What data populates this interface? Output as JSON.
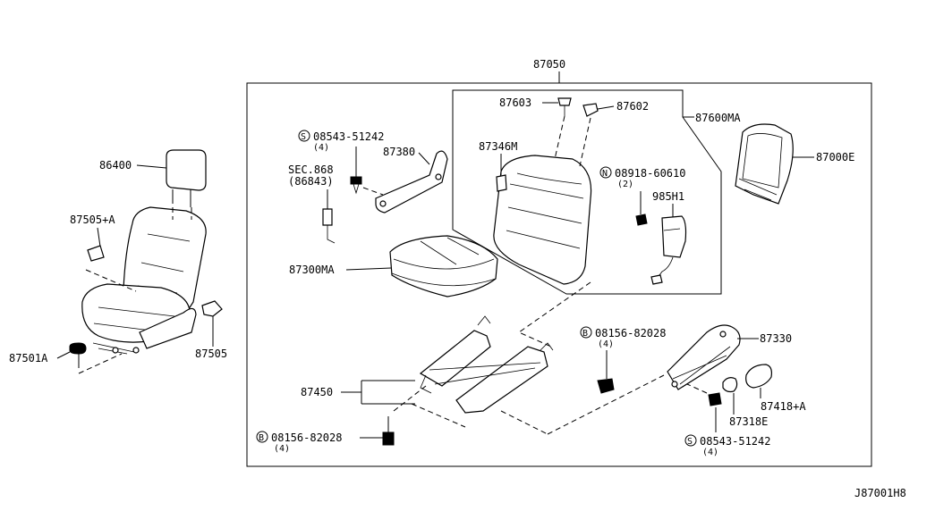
{
  "labels": {
    "assembly": "87050",
    "seat_cushion_cover": "87300MA",
    "headrest": "86400",
    "bracket_left": "87505+A",
    "bracket_right": "87505",
    "bolt_left": "87501A",
    "sec_ref": "SEC.868",
    "sec_ref_part": "(86843)",
    "screw_top": "08543-51242",
    "screw_top_qty": "(4)",
    "finisher": "87380",
    "grommet": "87603",
    "grommet2": "87602",
    "back_frame": "87600MA",
    "wire": "87346M",
    "nut": "08918-60610",
    "nut_qty": "(2)",
    "airbag": "985H1",
    "back_board": "87000E",
    "bolt_mid": "08156-82028",
    "bolt_mid_qty": "(4)",
    "knob_cover": "87330",
    "slide_adjuster": "87450",
    "bolt_bottom": "08156-82028",
    "bolt_bottom_qty": "(4)",
    "knob": "87418+A",
    "spring": "87318E",
    "screw_bottom": "08543-51242",
    "screw_bottom_qty": "(4)",
    "diagram_code": "J87001H8"
  },
  "prefix_markers": {
    "s": "S",
    "n": "N",
    "b": "B"
  }
}
